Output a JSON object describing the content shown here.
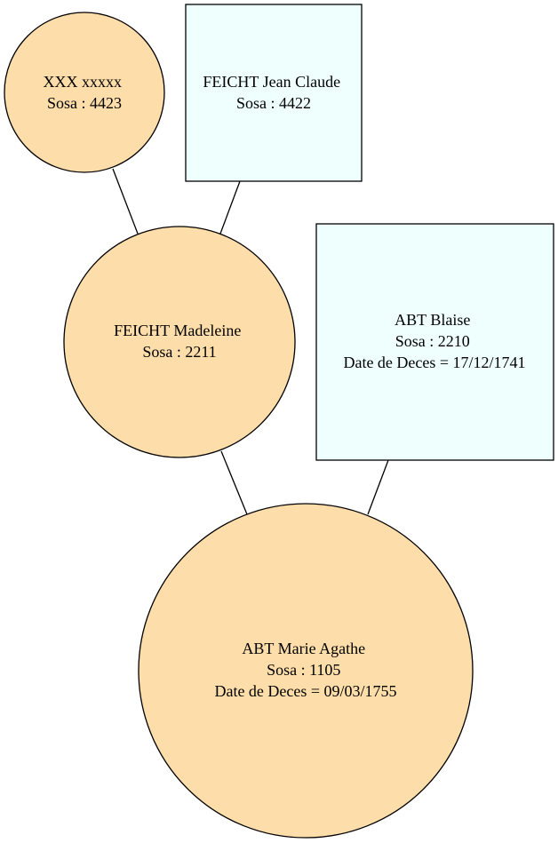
{
  "colors": {
    "female_fill": "#fddeaa",
    "male_fill": "#effffe",
    "stroke": "#000000",
    "background": "#ffffff"
  },
  "nodes": {
    "xxx": {
      "sex": "female",
      "shape": "circle",
      "lines": [
        "XXX xxxxx",
        "Sosa : 4423"
      ]
    },
    "jean_claude": {
      "sex": "male",
      "shape": "box",
      "lines": [
        "FEICHT Jean Claude",
        "Sosa : 4422"
      ]
    },
    "madeleine": {
      "sex": "female",
      "shape": "circle",
      "lines": [
        "FEICHT Madeleine",
        "Sosa : 2211"
      ]
    },
    "blaise": {
      "sex": "male",
      "shape": "box",
      "lines": [
        "ABT Blaise",
        "Sosa : 2210",
        "Date de Deces = 17/12/1741"
      ]
    },
    "marie_agathe": {
      "sex": "female",
      "shape": "circle",
      "lines": [
        "ABT Marie Agathe",
        "Sosa : 1105",
        "Date de Deces = 09/03/1755"
      ]
    }
  },
  "edges": [
    {
      "from": "xxx",
      "to": "madeleine"
    },
    {
      "from": "jean_claude",
      "to": "madeleine"
    },
    {
      "from": "madeleine",
      "to": "marie_agathe"
    },
    {
      "from": "blaise",
      "to": "marie_agathe"
    }
  ]
}
